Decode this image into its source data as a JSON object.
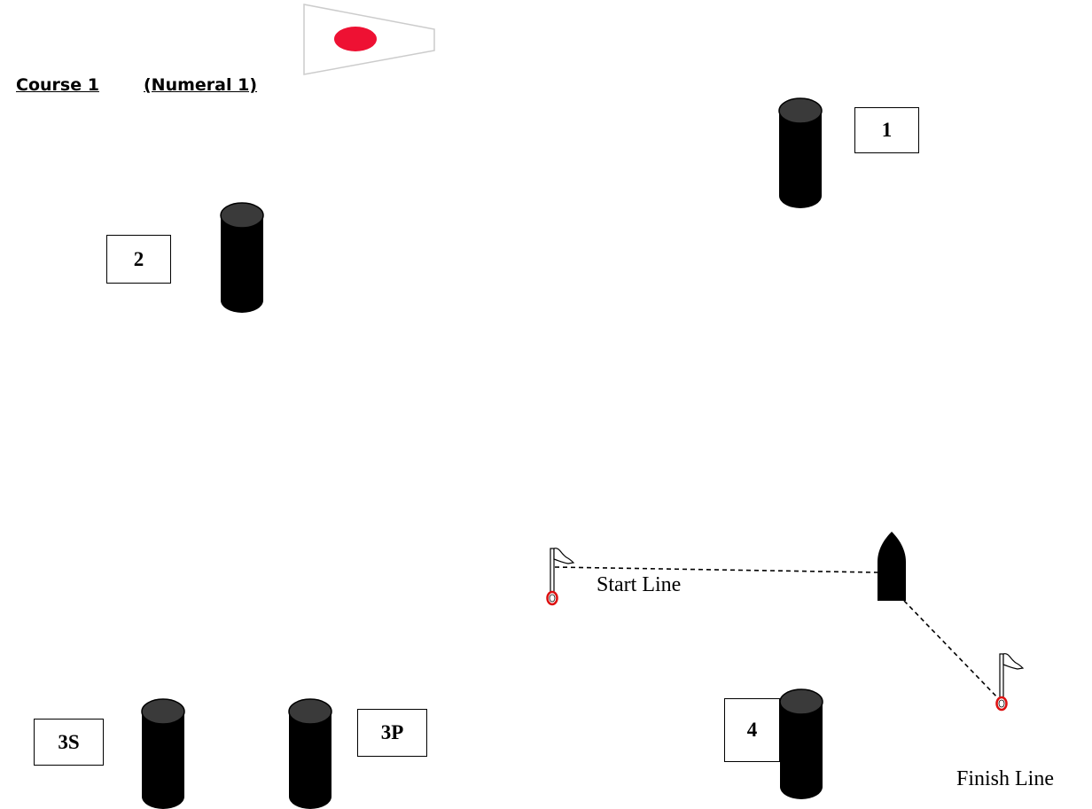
{
  "course": {
    "title": "Course 1",
    "subtitle": "(Numeral 1)"
  },
  "flag": {
    "name": "numeral-1-pennant",
    "field_color": "#ffffff",
    "disc_color": "#ee1133"
  },
  "marks": [
    {
      "id": "1",
      "label": "1"
    },
    {
      "id": "2",
      "label": "2"
    },
    {
      "id": "3S",
      "label": "3S"
    },
    {
      "id": "3P",
      "label": "3P"
    },
    {
      "id": "4",
      "label": "4"
    }
  ],
  "lines": {
    "start": "Start Line",
    "finish": "Finish Line"
  },
  "colors": {
    "buoy": "#000000",
    "buoy_top": "#3a3a3a",
    "flag_ring": "#dd1111"
  },
  "icons": {
    "buoy": "cylinder-buoy-icon",
    "committee_boat": "committee-boat-icon",
    "line_flag": "pin-flag-icon"
  }
}
